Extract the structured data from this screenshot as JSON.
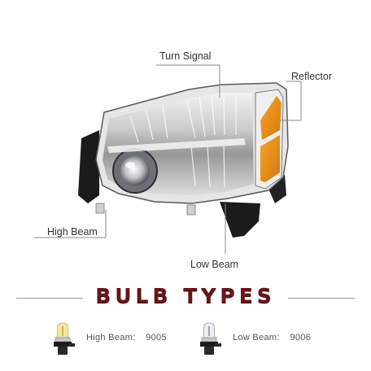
{
  "callouts": {
    "turn_signal": "Turn Signal",
    "reflector": "Reflector",
    "high_beam": "High Beam",
    "low_beam": "Low Beam"
  },
  "section": {
    "title": "BULB TYPES"
  },
  "bulbs": [
    {
      "label": "High Beam:",
      "code": "9005"
    },
    {
      "label": "Low Beam:",
      "code": "9006"
    }
  ],
  "colors": {
    "heading": "#6a1419",
    "amber": "#e08a12",
    "callout_line": "#888888"
  },
  "icons": [
    "headlight-assembly-image",
    "bulb-9005-image",
    "bulb-9006-image"
  ]
}
